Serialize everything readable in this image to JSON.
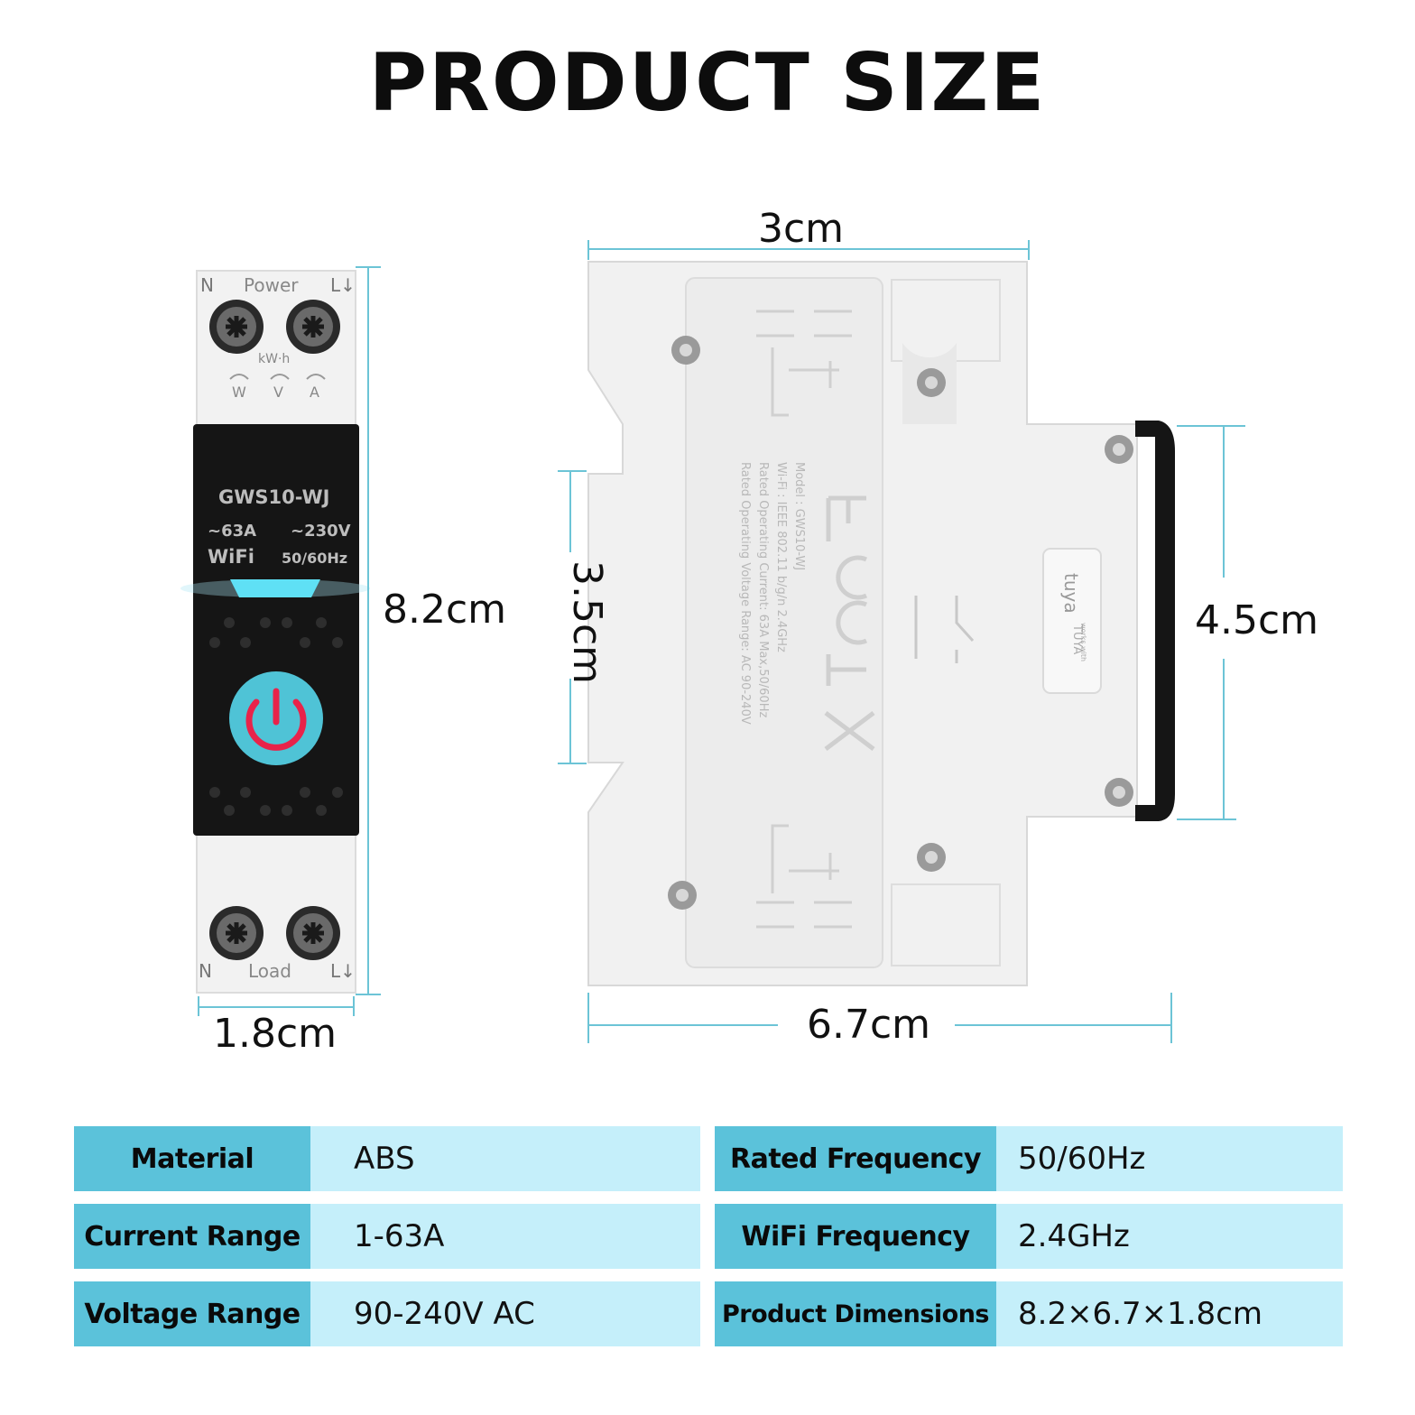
{
  "title": "PRODUCT SIZE",
  "front_device": {
    "top_labels": {
      "n": "N",
      "power": "Power",
      "l": "L↓"
    },
    "unit_label": "kW·h",
    "indicators": [
      "W",
      "V",
      "A"
    ],
    "model": "GWS10-WJ",
    "current": "~63A",
    "voltage": "~230V",
    "wifi": "WiFi",
    "frequency": "50/60Hz",
    "bottom_labels": {
      "n": "N",
      "load": "Load",
      "l": "L↓"
    }
  },
  "side_device": {
    "brand": "tuya",
    "works_with": "works with",
    "brand_caps": "TUYA",
    "spec_lines": [
      "Model : GWS10-WJ",
      "Wi-Fi : IEEE 802.11 b/g/n 2.4GHz",
      "Rated Operating Current: 63A Max,50/60Hz",
      "Rated Operating Voltage Range: AC 90-240V"
    ]
  },
  "dimensions": {
    "front_height": "8.2cm",
    "front_width": "1.8cm",
    "side_top": "3cm",
    "side_middle": "3.5cm",
    "side_depth": "4.5cm",
    "side_length": "6.7cm"
  },
  "specs_left": [
    {
      "label": "Material",
      "value": "ABS"
    },
    {
      "label": "Current Range",
      "value": "1-63A"
    },
    {
      "label": "Voltage Range",
      "value": "90-240V AC"
    }
  ],
  "specs_right": [
    {
      "label": "Rated Frequency",
      "value": "50/60Hz"
    },
    {
      "label": "WiFi Frequency",
      "value": "2.4GHz"
    },
    {
      "label": "Product Dimensions",
      "value": "8.2×6.7×1.8cm"
    }
  ],
  "colors": {
    "accent_cyan": "#5bc2da",
    "value_bg": "#c5effa",
    "dimension_line": "#6cc4d6",
    "power_button": "#4fc3d6",
    "power_icon": "#e8234a"
  }
}
